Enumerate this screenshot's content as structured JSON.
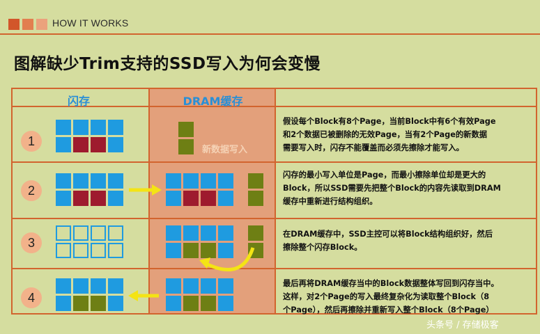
{
  "header": {
    "label": "HOW IT WORKS",
    "squares": [
      "#d2562a",
      "#e27f4f",
      "#eba27c"
    ]
  },
  "title": "图解缺少Trim支持的SSD写入为何会变慢",
  "columns": {
    "flash": "闪存",
    "dram": "DRAM缓存"
  },
  "colors": {
    "valid_page": "#1f9be0",
    "deleted_page": "#9e1b2e",
    "new_page": "#6e7f14",
    "arrow": "#f4e414"
  },
  "steps": [
    {
      "number": "1",
      "dram_note": "新数据写入",
      "lines": [
        "假设每个Block有8个Page，当前Block中有6个有效Page",
        "和2个数据已被删除的无效Page，当有2个Page的新数据",
        "需要写入时，闪存不能覆盖而必须先擦除才能写入。"
      ]
    },
    {
      "number": "2",
      "lines": [
        "闪存的最小写入单位是Page，而最小擦除单位却是更大的",
        "Block，所以SSD需要先把整个Block的内容先读取到DRAM",
        "缓存中重新进行结构组织。"
      ]
    },
    {
      "number": "3",
      "lines": [
        "在DRAM缓存中，SSD主控可以将Block结构组织好，然后",
        "擦除整个闪存Block。"
      ]
    },
    {
      "number": "4",
      "lines": [
        "最后再将DRAM缓存当中的Block数据整体写回到闪存当中。",
        "这样，对2个Page的写入最终复杂化为读取整个Block（8",
        "个Page），然后再擦除并重新写入整个Block（8个Page）"
      ]
    }
  ],
  "watermark": "头条号 / 存储极客"
}
